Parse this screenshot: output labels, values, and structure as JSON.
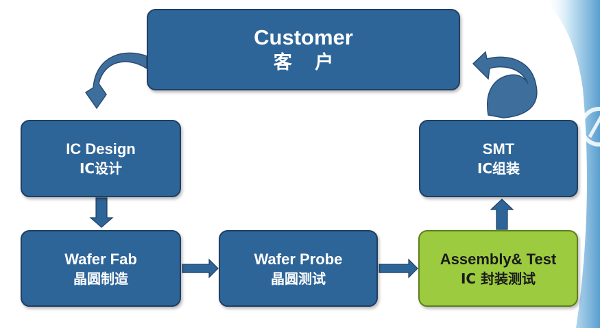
{
  "diagram": {
    "customer": {
      "en": "Customer",
      "zh": "客 户"
    },
    "ic_design": {
      "en": "IC Design",
      "zh": "IC设计"
    },
    "wafer_fab": {
      "en": "Wafer Fab",
      "zh": "晶圆制造"
    },
    "wafer_probe": {
      "en": "Wafer Probe",
      "zh": "晶圆测试"
    },
    "assembly_test": {
      "en": "Assembly& Test",
      "zh": "IC 封装测试"
    },
    "smt": {
      "en": "SMT",
      "zh": "IC组装"
    }
  },
  "colors": {
    "box_fill": "#2e6598",
    "box_border": "#1f3f63",
    "highlight_fill": "#9ccb3f",
    "arrow_fill": "#2e6598",
    "curved_arrow_fill": "#3d6e9c"
  }
}
